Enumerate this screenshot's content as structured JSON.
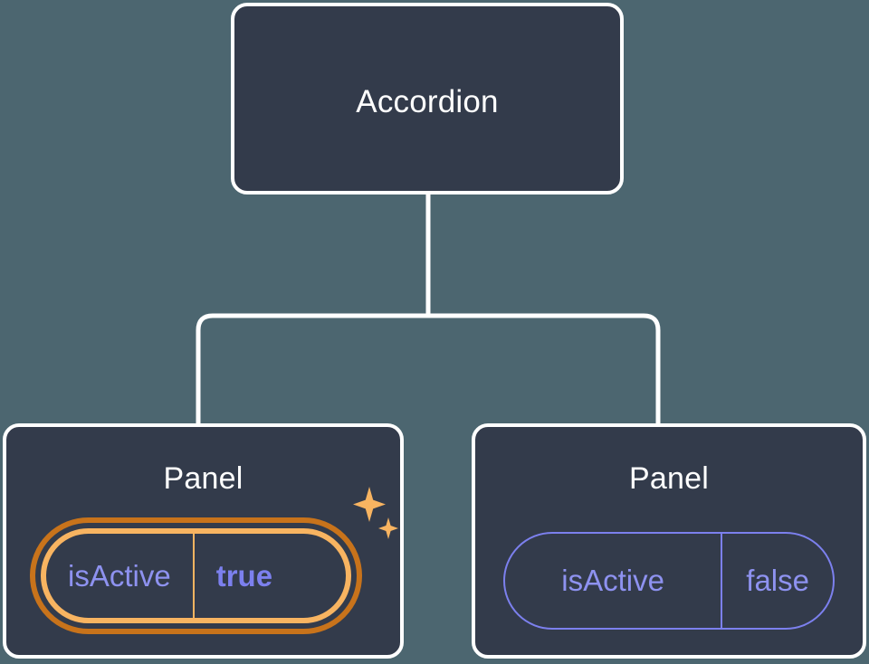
{
  "theme": {
    "background": "#4c6670",
    "card_fill": "#333b4b",
    "card_border": "#ffffff",
    "connector": "#ffffff",
    "prop_text": "#8e92f0",
    "prop_border": "#7c80ee",
    "value_active": "#7c80ee",
    "highlight_outer": "#c8731b",
    "highlight_inner": "#f8b461",
    "sparkle": "#f8b461"
  },
  "tree": {
    "root": {
      "title": "Accordion"
    },
    "children": [
      {
        "title": "Panel",
        "highlighted": true,
        "prop": {
          "key": "isActive",
          "value": "true"
        },
        "sparkle_icon": "sparkles-icon"
      },
      {
        "title": "Panel",
        "highlighted": false,
        "prop": {
          "key": "isActive",
          "value": "false"
        }
      }
    ]
  }
}
